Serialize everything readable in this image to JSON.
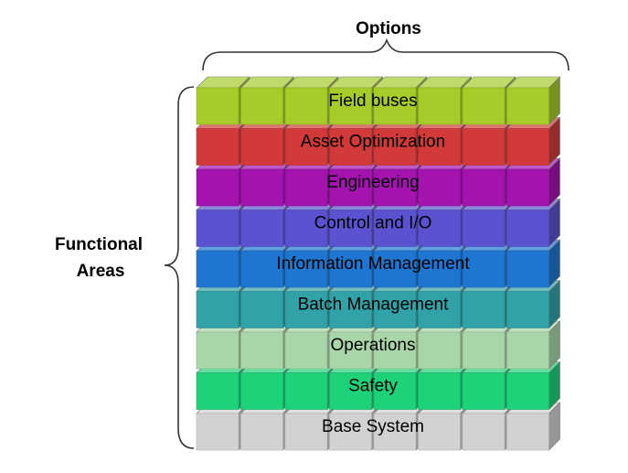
{
  "options_label": "Options",
  "functional_areas_label": [
    "Functional",
    "Areas"
  ],
  "layers": [
    {
      "label": "Field buses",
      "color": "#a5cc28"
    },
    {
      "label": "Asset Optimization",
      "color": "#d23a3a"
    },
    {
      "label": "Engineering",
      "color": "#a412b0"
    },
    {
      "label": "Control and I/O",
      "color": "#5a52d0"
    },
    {
      "label": "Information Management",
      "color": "#1e76d0"
    },
    {
      "label": "Batch Management",
      "color": "#31a2a8"
    },
    {
      "label": "Operations",
      "color": "#a8d6a8"
    },
    {
      "label": "Safety",
      "color": "#1ed27a"
    },
    {
      "label": "Base System",
      "color": "#d2d2d2"
    }
  ],
  "columns": 8,
  "brace_color": "#333333"
}
